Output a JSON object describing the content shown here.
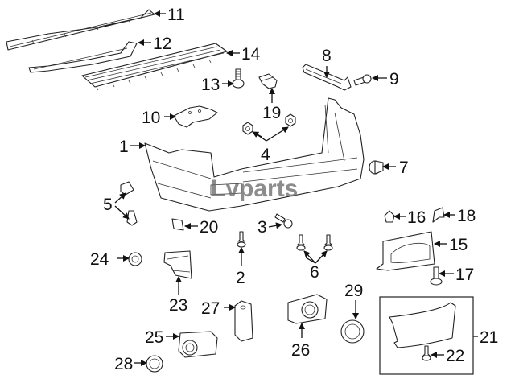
{
  "diagram": {
    "type": "exploded-parts-diagram",
    "subject": "Rear bumper assembly",
    "watermark": "Lvparts",
    "callouts": [
      {
        "id": "1",
        "label": "1",
        "part": "bumper-cover"
      },
      {
        "id": "2",
        "label": "2",
        "part": "push-clip"
      },
      {
        "id": "3",
        "label": "3",
        "part": "bolt"
      },
      {
        "id": "4",
        "label": "4",
        "part": "nuts"
      },
      {
        "id": "5",
        "label": "5",
        "part": "retainer-clips"
      },
      {
        "id": "6",
        "label": "6",
        "part": "push-clips"
      },
      {
        "id": "7",
        "label": "7",
        "part": "grommet"
      },
      {
        "id": "8",
        "label": "8",
        "part": "side-bracket"
      },
      {
        "id": "9",
        "label": "9",
        "part": "screw"
      },
      {
        "id": "10",
        "label": "10",
        "part": "center-bracket"
      },
      {
        "id": "11",
        "label": "11",
        "part": "upper-reinforcement"
      },
      {
        "id": "12",
        "label": "12",
        "part": "energy-absorber-strip"
      },
      {
        "id": "13",
        "label": "13",
        "part": "bolt"
      },
      {
        "id": "14",
        "label": "14",
        "part": "step-pad"
      },
      {
        "id": "15",
        "label": "15",
        "part": "side-reflector-housing"
      },
      {
        "id": "16",
        "label": "16",
        "part": "clip"
      },
      {
        "id": "17",
        "label": "17",
        "part": "bolt"
      },
      {
        "id": "18",
        "label": "18",
        "part": "clip"
      },
      {
        "id": "19",
        "label": "19",
        "part": "retainer"
      },
      {
        "id": "20",
        "label": "20",
        "part": "pad"
      },
      {
        "id": "21",
        "label": "21",
        "part": "molding-kit"
      },
      {
        "id": "22",
        "label": "22",
        "part": "clip"
      },
      {
        "id": "23",
        "label": "23",
        "part": "splash-shield"
      },
      {
        "id": "24",
        "label": "24",
        "part": "plug"
      },
      {
        "id": "25",
        "label": "25",
        "part": "park-sensor"
      },
      {
        "id": "26",
        "label": "26",
        "part": "park-sensor"
      },
      {
        "id": "27",
        "label": "27",
        "part": "sensor-bracket"
      },
      {
        "id": "28",
        "label": "28",
        "part": "sensor-ring"
      },
      {
        "id": "29",
        "label": "29",
        "part": "sensor-ring"
      }
    ]
  }
}
